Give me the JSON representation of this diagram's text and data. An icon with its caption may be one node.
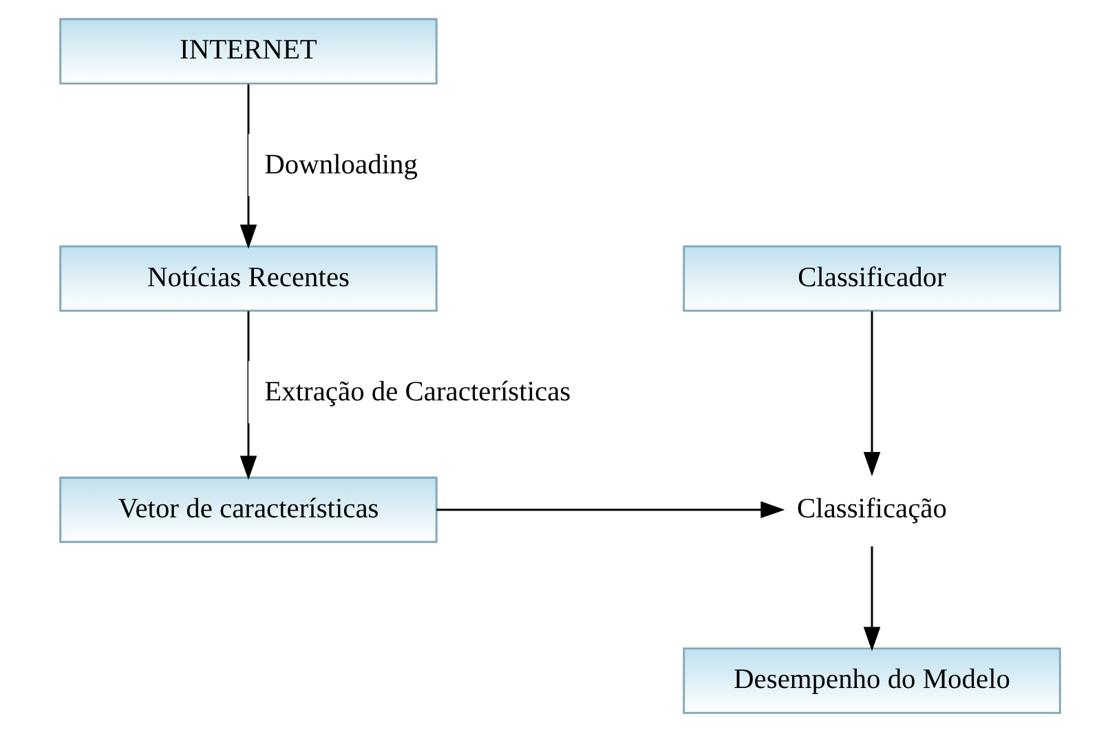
{
  "diagram": {
    "nodes": [
      {
        "text": [
          "INTERNET"
        ]
      },
      {
        "text": [
          "Notícias Recentes"
        ]
      },
      {
        "text": [
          "Vetor de características"
        ]
      },
      {
        "text": [
          "Classificador"
        ]
      },
      {
        "text": [
          "Classificação"
        ]
      },
      {
        "text": [
          "Desempenho do Modelo"
        ]
      }
    ],
    "edges": [
      {
        "from": 0,
        "to": 1,
        "arrow": "to",
        "label": "Downloading"
      },
      {
        "from": 1,
        "to": 2,
        "arrow": "to",
        "label": "Extração de Características"
      },
      {
        "from": 2,
        "to": 4,
        "arrow": "to"
      },
      {
        "from": 3,
        "to": 4,
        "arrow": "to"
      },
      {
        "from": 4,
        "to": 5,
        "arrow": "to"
      }
    ]
  }
}
